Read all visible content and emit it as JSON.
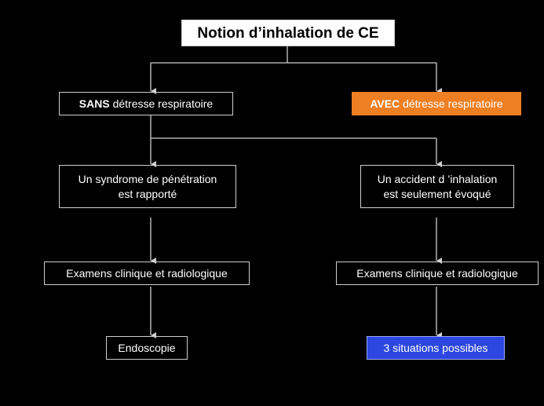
{
  "colors": {
    "background": "#000000",
    "connector": "#cfcfcf",
    "avec_box": "#ee7f22",
    "situations_box": "#2c46e0"
  },
  "title": "Notion d’inhalation de CE",
  "left_branch": {
    "header_bold": "SANS",
    "header_rest": "détresse respiratoire",
    "step1_line1": "Un syndrome de pénétration",
    "step1_line2": "est rapporté",
    "step2": "Examens clinique et radiologique",
    "step3": "Endoscopie"
  },
  "right_branch": {
    "header_bold": "AVEC",
    "header_rest": "détresse respiratoire",
    "step1_line1": "Un accident d ’inhalation",
    "step1_line2": "est seulement évoqué",
    "step2": "Examens clinique et radiologique",
    "step3": "3 situations possibles"
  }
}
